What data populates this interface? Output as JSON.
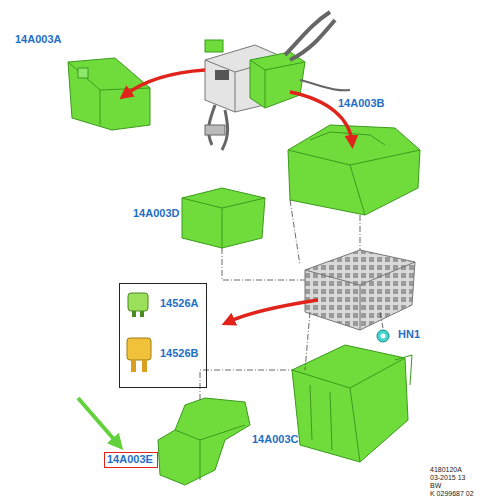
{
  "diagram": {
    "nodes": [
      {
        "text": [
          "14526A",
          "14526B"
        ]
      },
      {
        "text": [
          "14A003E"
        ]
      }
    ],
    "labels": [
      "14A003A",
      "14A003B",
      "14A003D",
      "HN1",
      "14A003C",
      "4180120A",
      "03-2015 13",
      "BW",
      "K 0299687 02"
    ]
  }
}
